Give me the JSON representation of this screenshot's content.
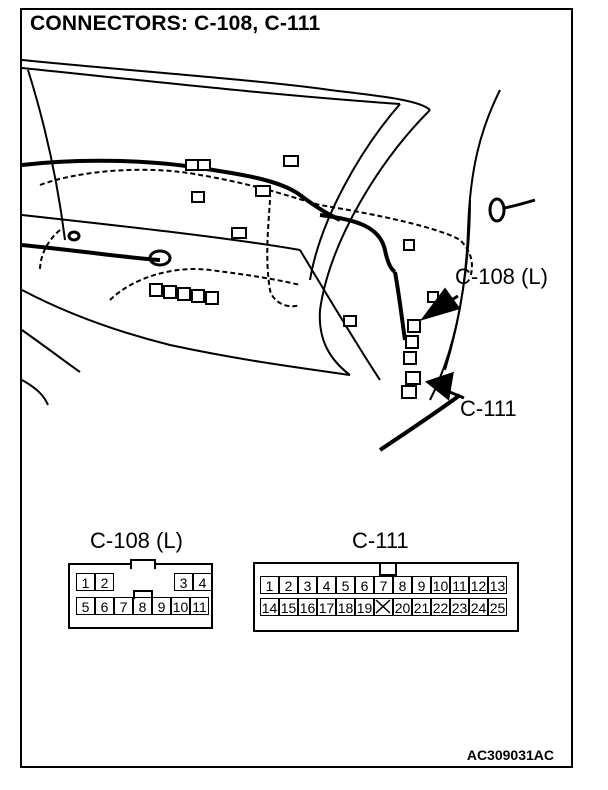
{
  "title": "CONNECTORS: C-108, C-111",
  "callouts": {
    "c108": "C-108 (L)",
    "c111": "C-111"
  },
  "connectors": {
    "c108": {
      "label": "C-108 (L)",
      "top_pins": [
        "1",
        "2",
        "3",
        "4"
      ],
      "bottom_pins": [
        "5",
        "6",
        "7",
        "8",
        "9",
        "10",
        "11"
      ]
    },
    "c111": {
      "label": "C-111",
      "top_pins": [
        "1",
        "2",
        "3",
        "4",
        "5",
        "6",
        "7",
        "8",
        "9",
        "10",
        "11",
        "12",
        "13"
      ],
      "bottom_pins": [
        "14",
        "15",
        "16",
        "17",
        "18",
        "19",
        "",
        "20",
        "21",
        "22",
        "23",
        "24",
        "25"
      ]
    }
  },
  "figure_code": "AC309031AC"
}
